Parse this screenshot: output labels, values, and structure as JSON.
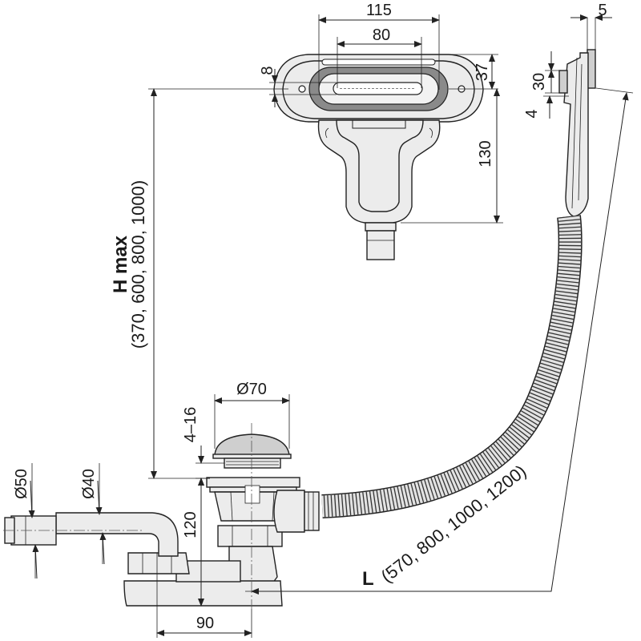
{
  "dimensions": {
    "overflow_width": "115",
    "slot_width": "80",
    "slot_height": "8",
    "overflow_height": "37",
    "overflow_depth": "130",
    "wall_thickness": "5",
    "flange_height": "30",
    "gap": "4",
    "plug_diameter": "Ø70",
    "plug_lift": "4–16",
    "trap_height": "120",
    "outlet_offset": "90",
    "outlet_diameter_outer": "Ø50",
    "outlet_diameter_inner": "Ø40"
  },
  "h_max": {
    "label": "H max",
    "values": "(370, 600, 800, 1000)"
  },
  "l": {
    "label": "L",
    "values": "(570, 800, 1000, 1200)"
  }
}
